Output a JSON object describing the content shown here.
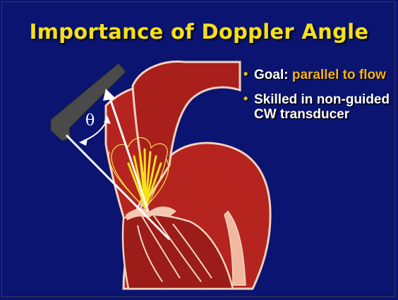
{
  "slide": {
    "title": "Importance of Doppler Angle",
    "bullets": [
      {
        "text": "Goal: ",
        "highlight": "parallel to flow"
      },
      {
        "text": "Skilled in non-guided CW transducer",
        "highlight": ""
      }
    ],
    "angle_symbol": "θ"
  },
  "colors": {
    "background": "#0b1470",
    "title": "#f5e01a",
    "bullet_marker": "#f2c300",
    "highlight": "#f6b315",
    "heart_red": "#b5241f",
    "heart_dark": "#7a1210",
    "jet_yellow": "#f4e21a",
    "transducer": "#4a4a4a"
  },
  "icons": {
    "bullet": "round-bullet",
    "illustration": "heart-doppler-diagram"
  }
}
